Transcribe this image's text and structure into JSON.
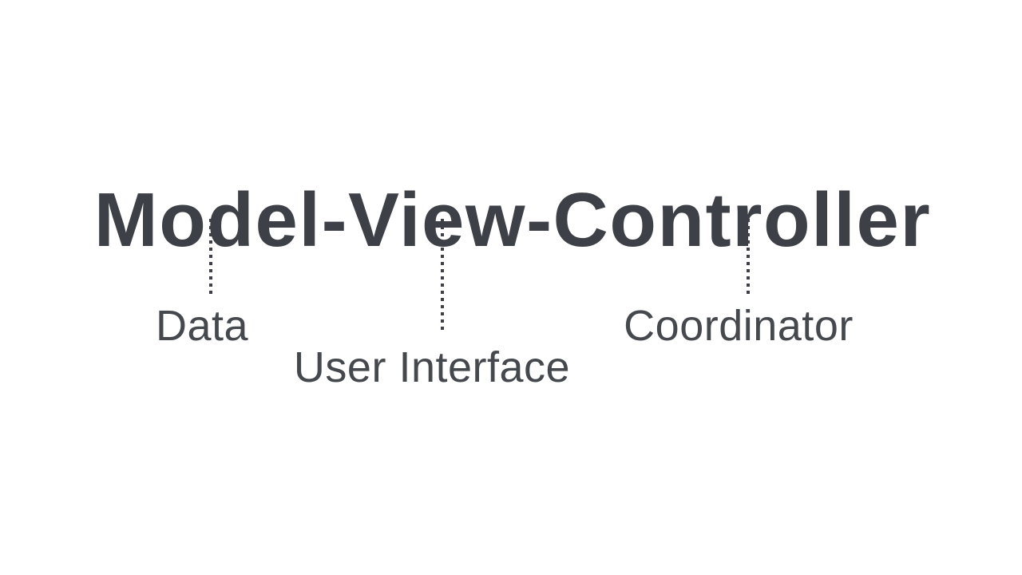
{
  "colors": {
    "background": "#ffffff",
    "ink": "#3d4046",
    "label_ink": "#45484d"
  },
  "title": {
    "text": "Model-View-Controller"
  },
  "annotations": [
    {
      "term": "Model",
      "label": "Data"
    },
    {
      "term": "View",
      "label": "User Interface"
    },
    {
      "term": "Controller",
      "label": "Coordinator"
    }
  ]
}
